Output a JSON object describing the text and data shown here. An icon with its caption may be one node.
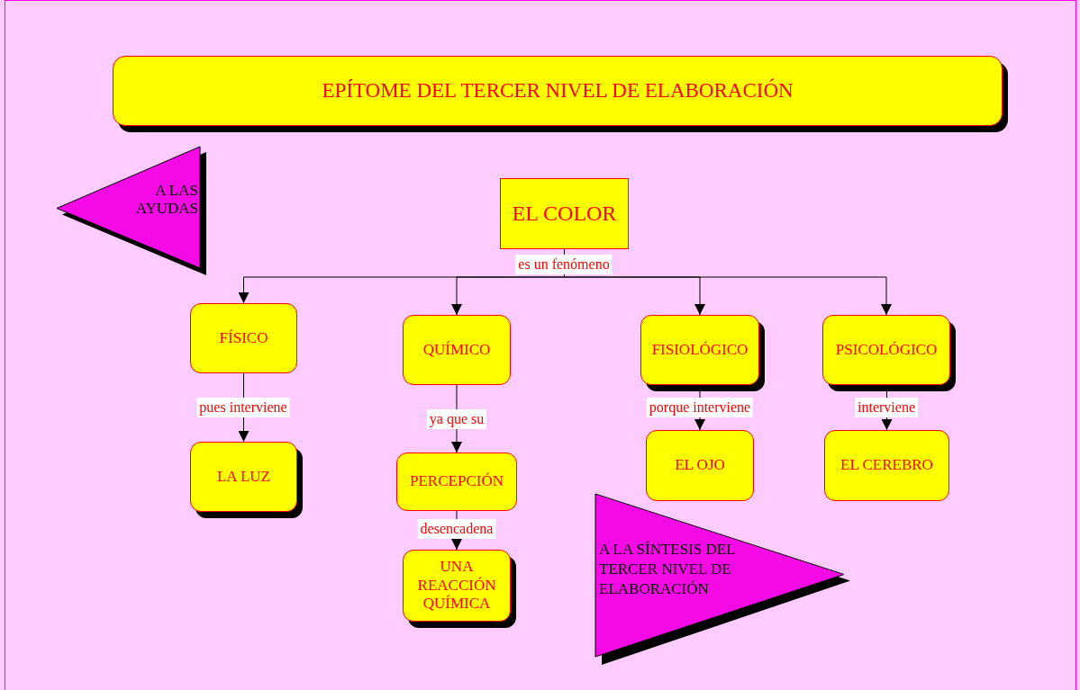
{
  "diagram": {
    "nodes": [
      {
        "text": [
          "EPÍTOME DEL TERCER NIVEL DE ELABORACIÓN"
        ]
      },
      {
        "text": [
          "A LAS AYUDAS"
        ]
      },
      {
        "text": [
          "EL COLOR"
        ]
      },
      {
        "text": [
          "FÍSICO"
        ]
      },
      {
        "text": [
          "QUÍMICO"
        ]
      },
      {
        "text": [
          "FISIOLÓGICO"
        ]
      },
      {
        "text": [
          "PSICOLÓGICO"
        ]
      },
      {
        "text": [
          "LA LUZ"
        ]
      },
      {
        "text": [
          "PERCEPCIÓN"
        ]
      },
      {
        "text": [
          "UNA REACCIÓN QUÍMICA"
        ]
      },
      {
        "text": [
          "EL OJO"
        ]
      },
      {
        "text": [
          "EL CEREBRO"
        ]
      },
      {
        "text": [
          "A LA SÍNTESIS DEL TERCER NIVEL DE ELABORACIÓN"
        ]
      }
    ],
    "edges": [
      {
        "from": 2,
        "to": 3,
        "arrow": "to",
        "label": "es un fenómeno"
      },
      {
        "from": 2,
        "to": 4,
        "arrow": "to"
      },
      {
        "from": 2,
        "to": 5,
        "arrow": "to"
      },
      {
        "from": 2,
        "to": 6,
        "arrow": "to"
      },
      {
        "from": 3,
        "to": 7,
        "arrow": "to",
        "label": "pues interviene"
      },
      {
        "from": 4,
        "to": 8,
        "arrow": "to",
        "label": "ya que su"
      },
      {
        "from": 8,
        "to": 9,
        "arrow": "to",
        "label": "desencadena"
      },
      {
        "from": 5,
        "to": 10,
        "arrow": "to",
        "label": "porque interviene"
      },
      {
        "from": 6,
        "to": 11,
        "arrow": "to",
        "label": "interviene"
      }
    ]
  }
}
